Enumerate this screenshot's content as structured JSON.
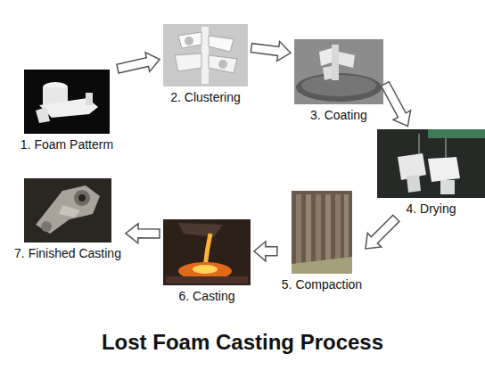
{
  "diagram": {
    "title": "Lost Foam Casting Process",
    "nodes": [
      {
        "text": [
          "1. Foam Patterm"
        ]
      },
      {
        "text": [
          "2. Clustering"
        ]
      },
      {
        "text": [
          "3. Coating"
        ]
      },
      {
        "text": [
          "4. Drying"
        ]
      },
      {
        "text": [
          "5. Compaction"
        ]
      },
      {
        "text": [
          "6. Casting"
        ]
      },
      {
        "text": [
          "7. Finished Casting"
        ]
      }
    ],
    "edges": [
      {
        "from": 0,
        "to": 1,
        "arrow": "to"
      },
      {
        "from": 1,
        "to": 2,
        "arrow": "to"
      },
      {
        "from": 2,
        "to": 3,
        "arrow": "to"
      },
      {
        "from": 3,
        "to": 4,
        "arrow": "to"
      },
      {
        "from": 4,
        "to": 5,
        "arrow": "to"
      },
      {
        "from": 5,
        "to": 6,
        "arrow": "to"
      }
    ]
  }
}
